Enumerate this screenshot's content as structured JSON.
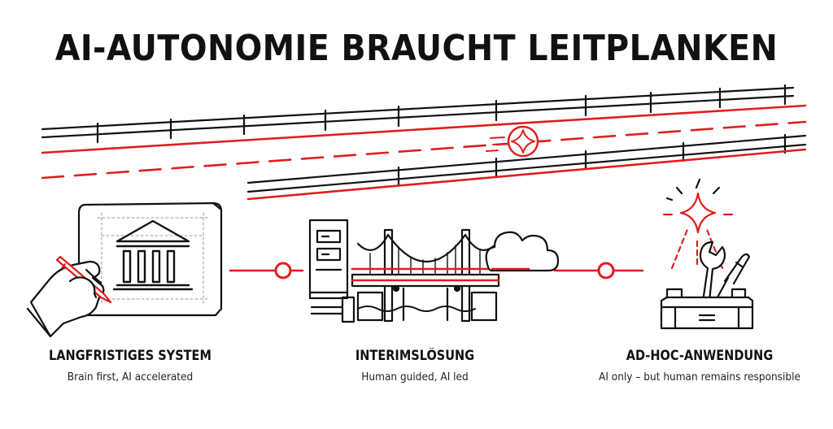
{
  "title": "AI-AUTONOMIE BRAUCHT LEITPLANKEN",
  "colors": {
    "ink": "#111111",
    "accent": "#e11d1d"
  },
  "stages": [
    {
      "label": "LANGFRISTIGES SYSTEM",
      "sub": "Brain first, AI accelerated",
      "icon": "blueprint-hand-icon"
    },
    {
      "label": "INTERIMSLÖSUNG",
      "sub": "Human guided, AI led",
      "icon": "bridge-server-icon"
    },
    {
      "label": "AD-HOC-ANWENDUNG",
      "sub": "AI only – but human remains responsible",
      "icon": "toolbox-icon"
    }
  ]
}
